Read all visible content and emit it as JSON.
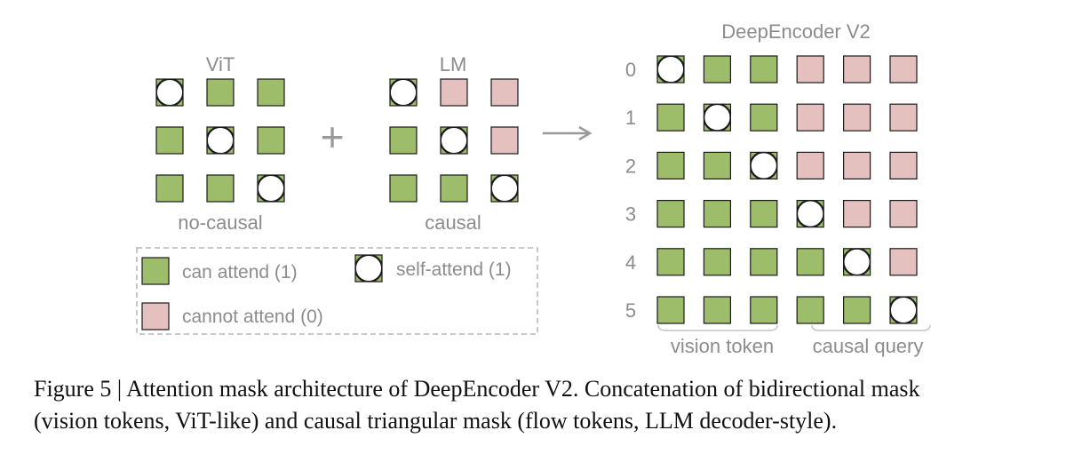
{
  "colors": {
    "can_attend": "#9dbd6a",
    "cannot_attend": "#e4c0be",
    "self_fill": "#ffffff",
    "outline": "#1a1a1a",
    "label": "#8c8c8c",
    "legend_border": "#b5b5b5",
    "arrow": "#999999"
  },
  "vit": {
    "title": "ViT",
    "subtitle": "no-causal",
    "cells": [
      [
        "self",
        "attend",
        "attend"
      ],
      [
        "attend",
        "self",
        "attend"
      ],
      [
        "attend",
        "attend",
        "self"
      ]
    ]
  },
  "operator": "+",
  "lm": {
    "title": "LM",
    "subtitle": "causal",
    "cells": [
      [
        "self",
        "blocked",
        "blocked"
      ],
      [
        "attend",
        "self",
        "blocked"
      ],
      [
        "attend",
        "attend",
        "self"
      ]
    ]
  },
  "legend": {
    "can_attend": "can attend (1)",
    "self_attend": "self-attend (1)",
    "cannot_attend": "cannot attend (0)"
  },
  "deepencoder": {
    "title": "DeepEncoder V2",
    "row_labels": [
      "0",
      "1",
      "2",
      "3",
      "4",
      "5"
    ],
    "cells": [
      [
        "self",
        "attend",
        "attend",
        "blocked",
        "blocked",
        "blocked"
      ],
      [
        "attend",
        "self",
        "attend",
        "blocked",
        "blocked",
        "blocked"
      ],
      [
        "attend",
        "attend",
        "self",
        "blocked",
        "blocked",
        "blocked"
      ],
      [
        "attend",
        "attend",
        "attend",
        "self",
        "blocked",
        "blocked"
      ],
      [
        "attend",
        "attend",
        "attend",
        "attend",
        "self",
        "blocked"
      ],
      [
        "attend",
        "attend",
        "attend",
        "attend",
        "attend",
        "self"
      ]
    ],
    "group_labels": [
      "vision token",
      "causal query"
    ]
  },
  "caption": {
    "line1": "Figure 5 | Attention mask architecture of DeepEncoder V2. Concatenation of bidirectional mask",
    "line2": "(vision tokens, ViT-like) and causal triangular mask (flow tokens, LLM decoder-style)."
  }
}
